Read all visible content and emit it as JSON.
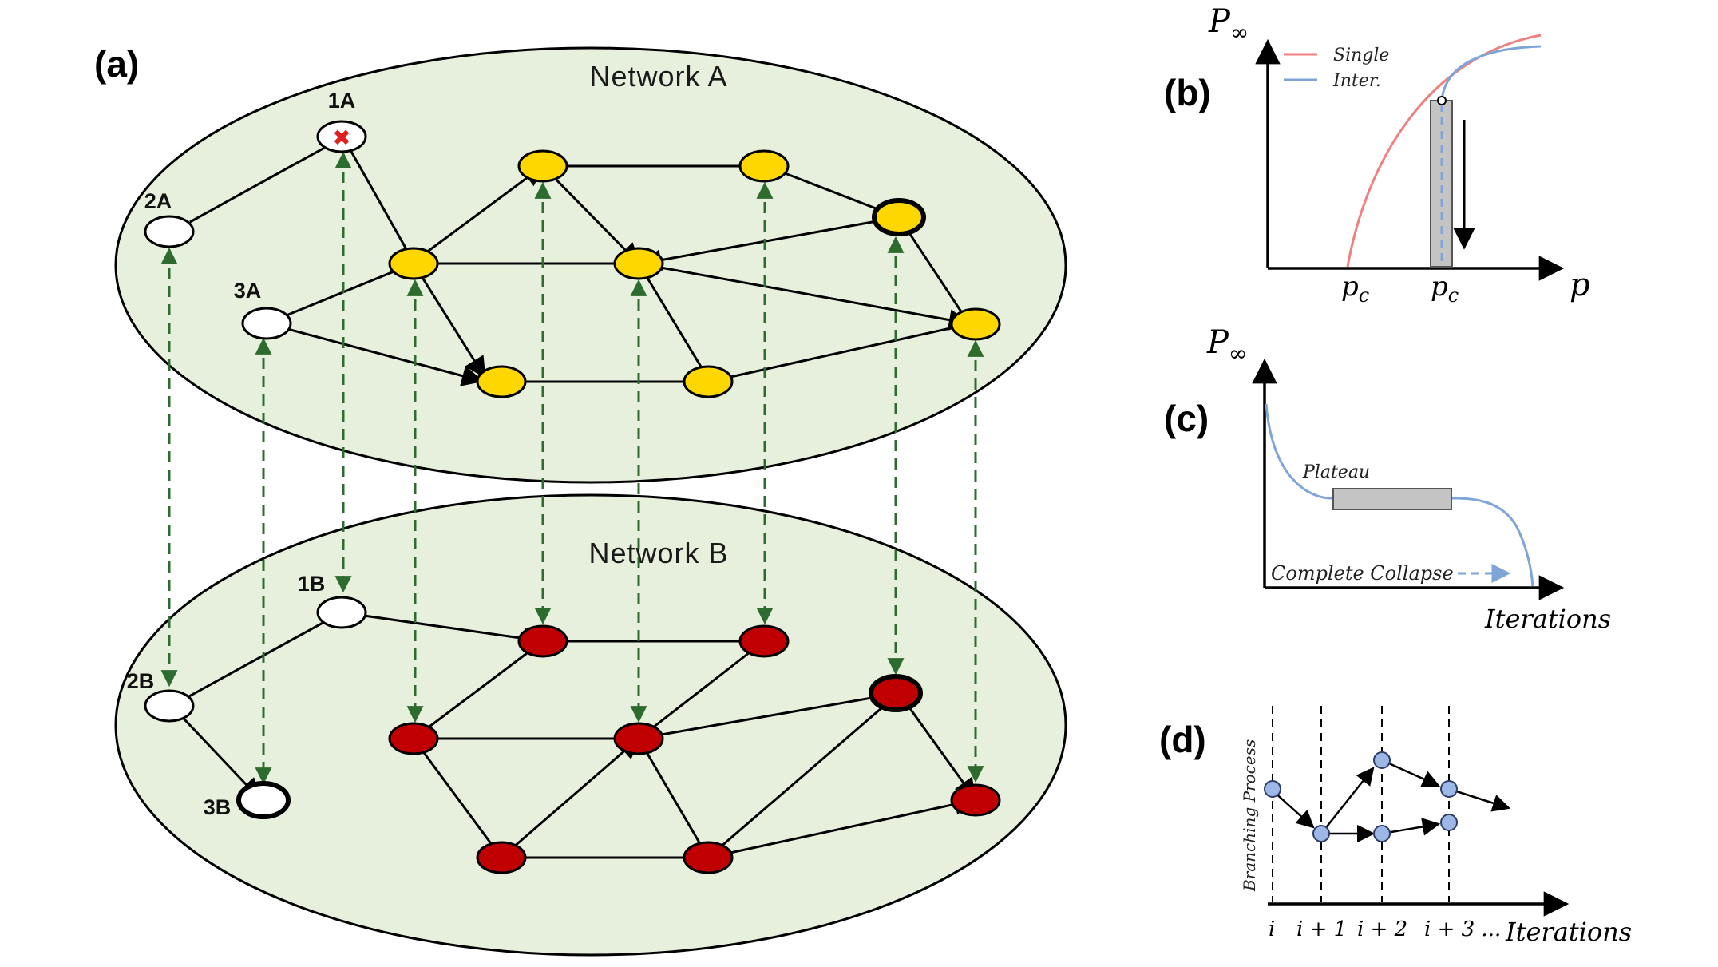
{
  "panel_a": {
    "label": "(a)",
    "network_a": {
      "title": "Network A",
      "node_labels": {
        "a1": "1A",
        "a2": "2A",
        "a3": "3A"
      },
      "failed_marker": "✖"
    },
    "network_b": {
      "title": "Network B",
      "node_labels": {
        "b1": "1B",
        "b2": "2B",
        "b3": "3B"
      }
    }
  },
  "panel_b": {
    "label": "(b)",
    "y_label_main": "P",
    "y_label_sub": "∞",
    "x_label": "p",
    "tick_main": "p",
    "tick_sub": "c",
    "legend": [
      "Single",
      "Inter."
    ]
  },
  "panel_c": {
    "label": "(c)",
    "y_label_main": "P",
    "y_label_sub": "∞",
    "x_label": "Iterations",
    "plateau": "Plateau",
    "collapse": "Complete Collapse"
  },
  "panel_d": {
    "label": "(d)",
    "y_label": "Branching Process",
    "x_label": "Iterations",
    "ticks": [
      "i",
      "i + 1",
      "i + 2",
      "i + 3 ..."
    ]
  },
  "colors": {
    "layer_fill": "#e6f0dc",
    "node_yellow": "#ffd700",
    "node_red": "#c00000",
    "interlink": "#2e6b2e",
    "single_curve": "#f08080",
    "inter_curve": "#7fa4d8",
    "branch_node": "#9db8e6"
  }
}
